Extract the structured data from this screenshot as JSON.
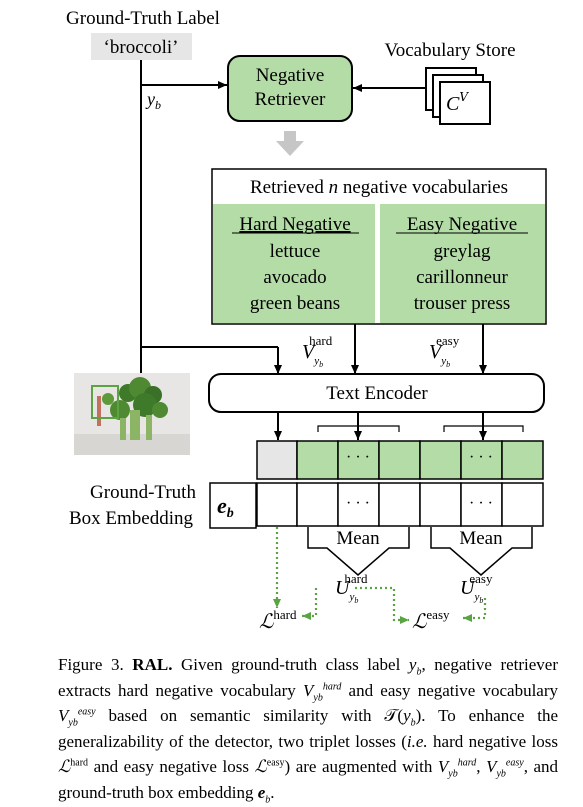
{
  "figure": {
    "gt_label_title": "Ground-Truth Label",
    "gt_label_value": "‘broccoli’",
    "y_symbol": "y",
    "y_sub": "b",
    "vocab_store_title": "Vocabulary Store",
    "vocab_symbol": "C",
    "vocab_sup": "V",
    "retriever_line1": "Negative",
    "retriever_line2": "Retriever",
    "retrieved_title_pre": "Retrieved ",
    "retrieved_title_n": "n",
    "retrieved_title_post": " negative vocabularies",
    "hard_header": "Hard Negative",
    "hard_items": [
      "lettuce",
      "avocado",
      "green beans"
    ],
    "easy_header": "Easy Negative",
    "easy_items": [
      "greylag",
      "carillonneur",
      "trouser press"
    ],
    "v_symbol": "V",
    "hard_sup": "hard",
    "easy_sup": "easy",
    "text_encoder": "Text Encoder",
    "dots": "· · ·",
    "box_emb_line1": "Ground-Truth",
    "box_emb_line2": "Box Embedding",
    "e_symbol": "e",
    "e_sub": "b",
    "mean": "Mean",
    "u_symbol": "U",
    "loss_symbol": "ℒ",
    "colors": {
      "green_fill": "#b3dca7",
      "green_line": "#5aa443",
      "gray_fill": "#e6e6e6",
      "arrow_gray": "#c6c6c6"
    }
  },
  "caption": {
    "fig_label": "Figure 3.",
    "bold_lead": "RAL.",
    "s1": " Given ground-truth class label ",
    "s2": ", negative retriever extracts hard negative vocabulary ",
    "s3": " and easy negative vocabulary ",
    "s4": " based on semantic similarity with ",
    "t_sym": "𝒯",
    "s5": ". To enhance the generalizability of the detector, two triplet losses (",
    "ie": "i.e.",
    "s6": " hard negative loss ",
    "s7": " and easy negative loss ",
    "s8": ") are augmented with ",
    "s9": ", and ground-truth box embedding ",
    "s10": "."
  }
}
